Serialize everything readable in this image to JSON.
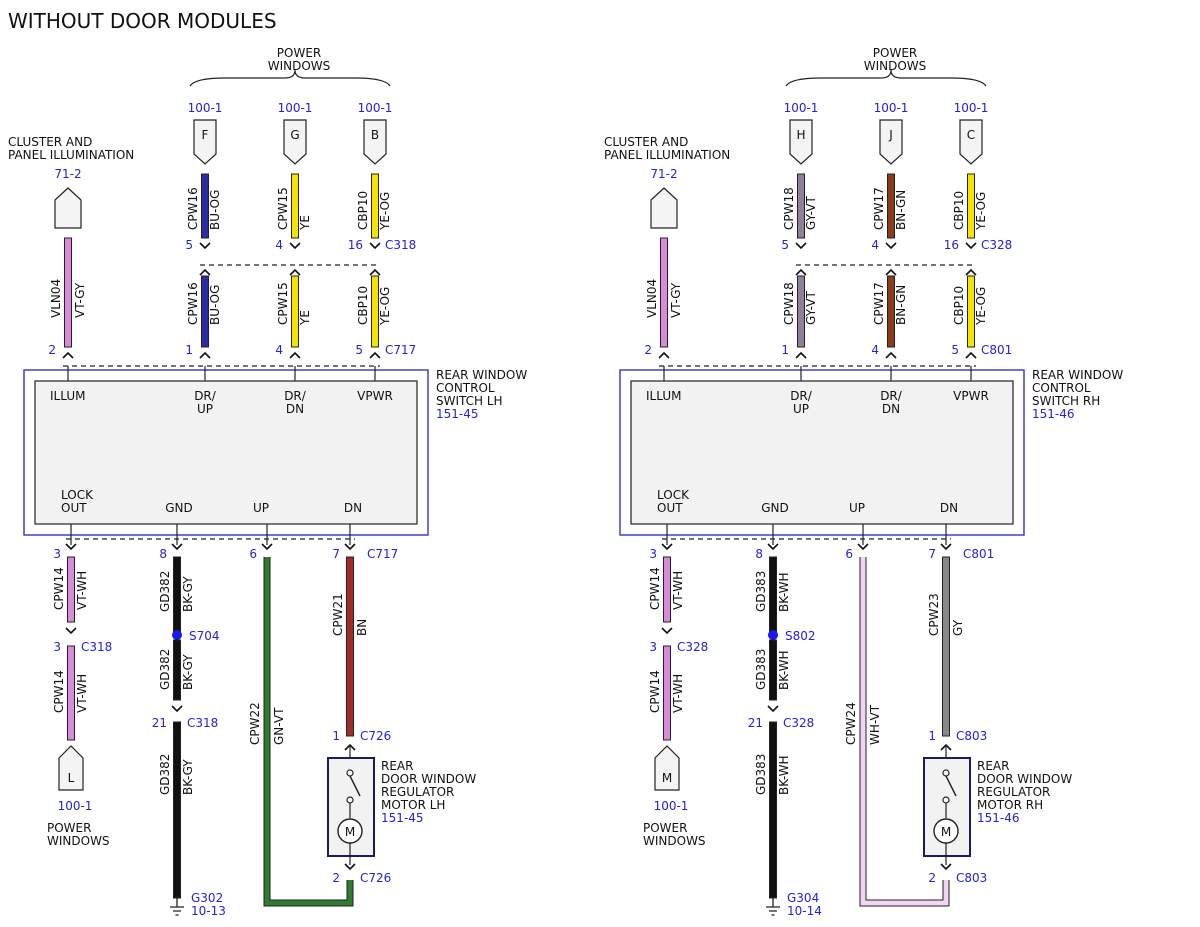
{
  "title": "WITHOUT DOOR MODULES",
  "colors": {
    "ref_blue": "#2222dd",
    "box_outline": "#3333cc",
    "box_fill": "#f2f2f2",
    "wire_outline": "#222222",
    "BU-OG": "#2b2ba8",
    "YE": "#f5e400",
    "YE-OG": "#f5e400",
    "VT-GY": "#d98ad9",
    "VT-WH": "#d98ad9",
    "BK-GY": "#111111",
    "BK-WH": "#111111",
    "GN-VT": "#2e7d2e",
    "BN": "#a52a2a",
    "GY-VT": "#8f7f99",
    "BN-GN": "#8b3a1a",
    "WH-VT": "#f3d6f3",
    "GY": "#888888"
  },
  "panels": [
    {
      "power_windows_label": "POWER\nWINDOWS",
      "cluster_label": "CLUSTER AND\nPANEL ILLUMINATION",
      "cluster_ref": "71-2",
      "top_connectors": [
        {
          "letter": "F",
          "ref": "100-1",
          "circuit": "CPW16",
          "color": "BU-OG",
          "pin_top": "5",
          "pin_bot": "1"
        },
        {
          "letter": "G",
          "ref": "100-1",
          "circuit": "CPW15",
          "color": "YE",
          "pin_top": "4",
          "pin_bot": "4"
        },
        {
          "letter": "B",
          "ref": "100-1",
          "circuit": "CBP10",
          "color": "YE-OG",
          "pin_top": "16",
          "pin_bot": "5"
        }
      ],
      "upper_connector": "C318",
      "switch_connector": "C717",
      "illum_wire": {
        "circuit": "VLN04",
        "color": "VT-GY",
        "pin": "2"
      },
      "switch": {
        "name": "REAR WINDOW\nCONTROL\nSWITCH LH",
        "ref": "151-45",
        "top_pins": [
          "ILLUM",
          "DR/\nUP",
          "DR/\nDN",
          "VPWR"
        ],
        "bottom_pins": [
          "LOCK\nOUT",
          "GND",
          "UP",
          "DN"
        ]
      },
      "lockout": {
        "pin": "3",
        "circuit": "CPW14",
        "color": "VT-WH",
        "pin2": "3",
        "conn2": "C318",
        "letter": "L",
        "ref": "100-1",
        "label": "POWER\nWINDOWS"
      },
      "ground": {
        "pin": "8",
        "circuit": "GD382",
        "color": "BK-GY",
        "splice": "S704",
        "pin2": "21",
        "conn2": "C318",
        "gnd_ref": "G302",
        "gnd_page": "10-13"
      },
      "up": {
        "pin": "6",
        "circuit": "CPW22",
        "color": "GN-VT"
      },
      "dn": {
        "pin": "7",
        "conn": "C717",
        "circuit": "CPW21",
        "color": "BN"
      },
      "motor": {
        "name": "REAR\nDOOR WINDOW\nREGULATOR\nMOTOR LH",
        "ref": "151-45",
        "pin_top": "1",
        "conn_top": "C726",
        "pin_bot": "2",
        "conn_bot": "C726",
        "symbol": "M"
      }
    },
    {
      "power_windows_label": "POWER\nWINDOWS",
      "cluster_label": "CLUSTER AND\nPANEL ILLUMINATION",
      "cluster_ref": "71-2",
      "top_connectors": [
        {
          "letter": "H",
          "ref": "100-1",
          "circuit": "CPW18",
          "color": "GY-VT",
          "pin_top": "5",
          "pin_bot": "1"
        },
        {
          "letter": "J",
          "ref": "100-1",
          "circuit": "CPW17",
          "color": "BN-GN",
          "pin_top": "4",
          "pin_bot": "4"
        },
        {
          "letter": "C",
          "ref": "100-1",
          "circuit": "CBP10",
          "color": "YE-OG",
          "pin_top": "16",
          "pin_bot": "5"
        }
      ],
      "upper_connector": "C328",
      "switch_connector": "C801",
      "illum_wire": {
        "circuit": "VLN04",
        "color": "VT-GY",
        "pin": "2"
      },
      "switch": {
        "name": "REAR WINDOW\nCONTROL\nSWITCH RH",
        "ref": "151-46",
        "top_pins": [
          "ILLUM",
          "DR/\nUP",
          "DR/\nDN",
          "VPWR"
        ],
        "bottom_pins": [
          "LOCK\nOUT",
          "GND",
          "UP",
          "DN"
        ]
      },
      "lockout": {
        "pin": "3",
        "circuit": "CPW14",
        "color": "VT-WH",
        "pin2": "3",
        "conn2": "C328",
        "letter": "M",
        "ref": "100-1",
        "label": "POWER\nWINDOWS"
      },
      "ground": {
        "pin": "8",
        "circuit": "GD383",
        "color": "BK-WH",
        "splice": "S802",
        "pin2": "21",
        "conn2": "C328",
        "gnd_ref": "G304",
        "gnd_page": "10-14"
      },
      "up": {
        "pin": "6",
        "circuit": "CPW24",
        "color": "WH-VT"
      },
      "dn": {
        "pin": "7",
        "conn": "C801",
        "circuit": "CPW23",
        "color": "GY"
      },
      "motor": {
        "name": "REAR\nDOOR WINDOW\nREGULATOR\nMOTOR RH",
        "ref": "151-46",
        "pin_top": "1",
        "conn_top": "C803",
        "pin_bot": "2",
        "conn_bot": "C803",
        "symbol": "M"
      }
    }
  ]
}
